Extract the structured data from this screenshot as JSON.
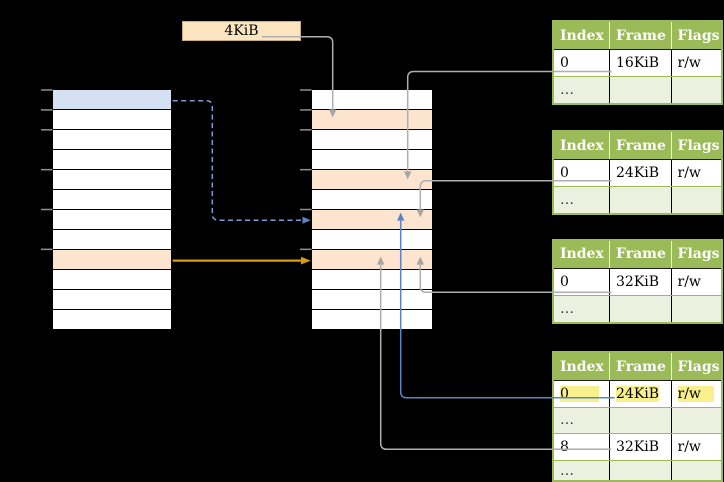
{
  "palette": {
    "background": "#000000",
    "gray_line": "#aeaeae",
    "gray_arrow": "#a6a6a6",
    "blue_line": "#5b83c5",
    "blue_dashed": "#7e9ccf",
    "orange_line": "#db9b10",
    "table_green": "#9bbb59",
    "table_green_light": "#ebf1de",
    "row_orange": "#fce4ce",
    "row_blue": "#d4e1f3",
    "highlight_yellow": "#f8ef8d",
    "box_fill": "#fbe5c0",
    "box_border": "#c9ae78",
    "tick_gray": "#8f8f8f"
  },
  "page_size_box": {
    "label": "4KiB"
  },
  "virtual_memory_column": {
    "rows": 12,
    "blue_row": 0,
    "orange_rows": [
      8
    ],
    "ticks": [
      0,
      1,
      2,
      4,
      6,
      8
    ]
  },
  "physical_memory_column": {
    "rows": 12,
    "orange_rows": [
      1,
      4,
      6,
      8
    ],
    "ticks": [
      0,
      1,
      2,
      4,
      6,
      8
    ]
  },
  "page_tables": [
    {
      "id": "page-table-1",
      "headers": [
        "Index",
        "Frame",
        "Flags"
      ],
      "rows": [
        {
          "cells": [
            "0",
            "16KiB",
            "r/w"
          ]
        },
        {
          "cells": [
            "…",
            "",
            ""
          ],
          "shaded": true
        }
      ]
    },
    {
      "id": "page-table-2",
      "headers": [
        "Index",
        "Frame",
        "Flags"
      ],
      "rows": [
        {
          "cells": [
            "0",
            "24KiB",
            "r/w"
          ]
        },
        {
          "cells": [
            "…",
            "",
            ""
          ],
          "shaded": true
        }
      ]
    },
    {
      "id": "page-table-3",
      "headers": [
        "Index",
        "Frame",
        "Flags"
      ],
      "rows": [
        {
          "cells": [
            "0",
            "32KiB",
            "r/w"
          ]
        },
        {
          "cells": [
            "…",
            "",
            ""
          ],
          "shaded": true
        }
      ]
    },
    {
      "id": "page-table-4",
      "headers": [
        "Index",
        "Frame",
        "Flags"
      ],
      "rows": [
        {
          "cells": [
            "0",
            "24KiB",
            "r/w"
          ],
          "highlighted": true
        },
        {
          "cells": [
            "…",
            "",
            ""
          ],
          "shaded": true
        },
        {
          "cells": [
            "8",
            "32KiB",
            "r/w"
          ]
        },
        {
          "cells": [
            "…",
            "",
            ""
          ],
          "shaded": true
        }
      ]
    }
  ]
}
